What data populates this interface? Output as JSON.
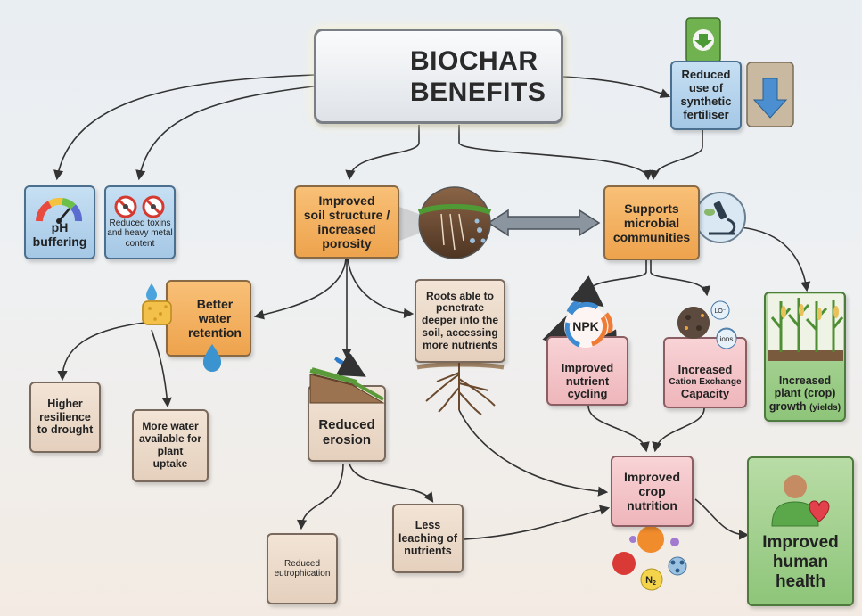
{
  "title": {
    "line1": "BIOCHAR",
    "line2": "BENEFITS"
  },
  "nodes": {
    "reduced_fertiliser": {
      "line1": "Reduced",
      "line2": "use of",
      "line3": "synthetic",
      "line4": "fertiliser"
    },
    "ph_buffering": {
      "line1": "pH",
      "line2": "buffering"
    },
    "reduced_toxins": {
      "line1": "Reduced toxins",
      "line2": "and heavy metal",
      "line3": "content"
    },
    "soil_structure": {
      "line1": "Improved",
      "line2": "soil structure /",
      "line3": "increased",
      "line4": "porosity"
    },
    "microbial": {
      "line1": "Supports",
      "line2": "microbial",
      "line3": "communities"
    },
    "water_retention": {
      "line1": "Better",
      "line2": "water",
      "line3": "retention"
    },
    "roots": {
      "line1": "Roots able to",
      "line2": "penetrate",
      "line3": "deeper into the",
      "line4": "soil, accessing",
      "line5": "more nutrients"
    },
    "drought": {
      "line1": "Higher",
      "line2": "resilience",
      "line3": "to drought"
    },
    "more_water": {
      "line1": "More water",
      "line2": "available for",
      "line3": "plant",
      "line4": "uptake"
    },
    "erosion": {
      "line1": "Reduced",
      "line2": "erosion"
    },
    "nutrient_cycling": {
      "line1": "Improved",
      "line2": "nutrient",
      "line3": "cycling"
    },
    "cec": {
      "line1": "Increased",
      "line2": "Cation Exchange",
      "line3": "Capacity"
    },
    "plant_growth": {
      "line1": "Increased",
      "line2": "plant (crop)",
      "line3": "growth",
      "line3b": "(yields)"
    },
    "eutrophication": {
      "line1": "Reduced",
      "line2": "eutrophication"
    },
    "leaching": {
      "line1": "Less",
      "line2": "leaching of",
      "line3": "nutrients"
    },
    "crop_nutrition": {
      "line1": "Improved",
      "line2": "crop",
      "line3": "nutrition"
    },
    "human_health": {
      "line1": "Improved",
      "line2": "human",
      "line3": "health"
    }
  },
  "icon_labels": {
    "npk": "NPK",
    "lo": "LO⁻",
    "ions": "ions",
    "n2": "N",
    "n2_sub": "2"
  },
  "colors": {
    "orange": "#eea34d",
    "tan": "#e5d0bd",
    "blue": "#a5c8e6",
    "pink": "#eeb6bb",
    "green": "#8ec57a",
    "arrow": "#333333"
  }
}
